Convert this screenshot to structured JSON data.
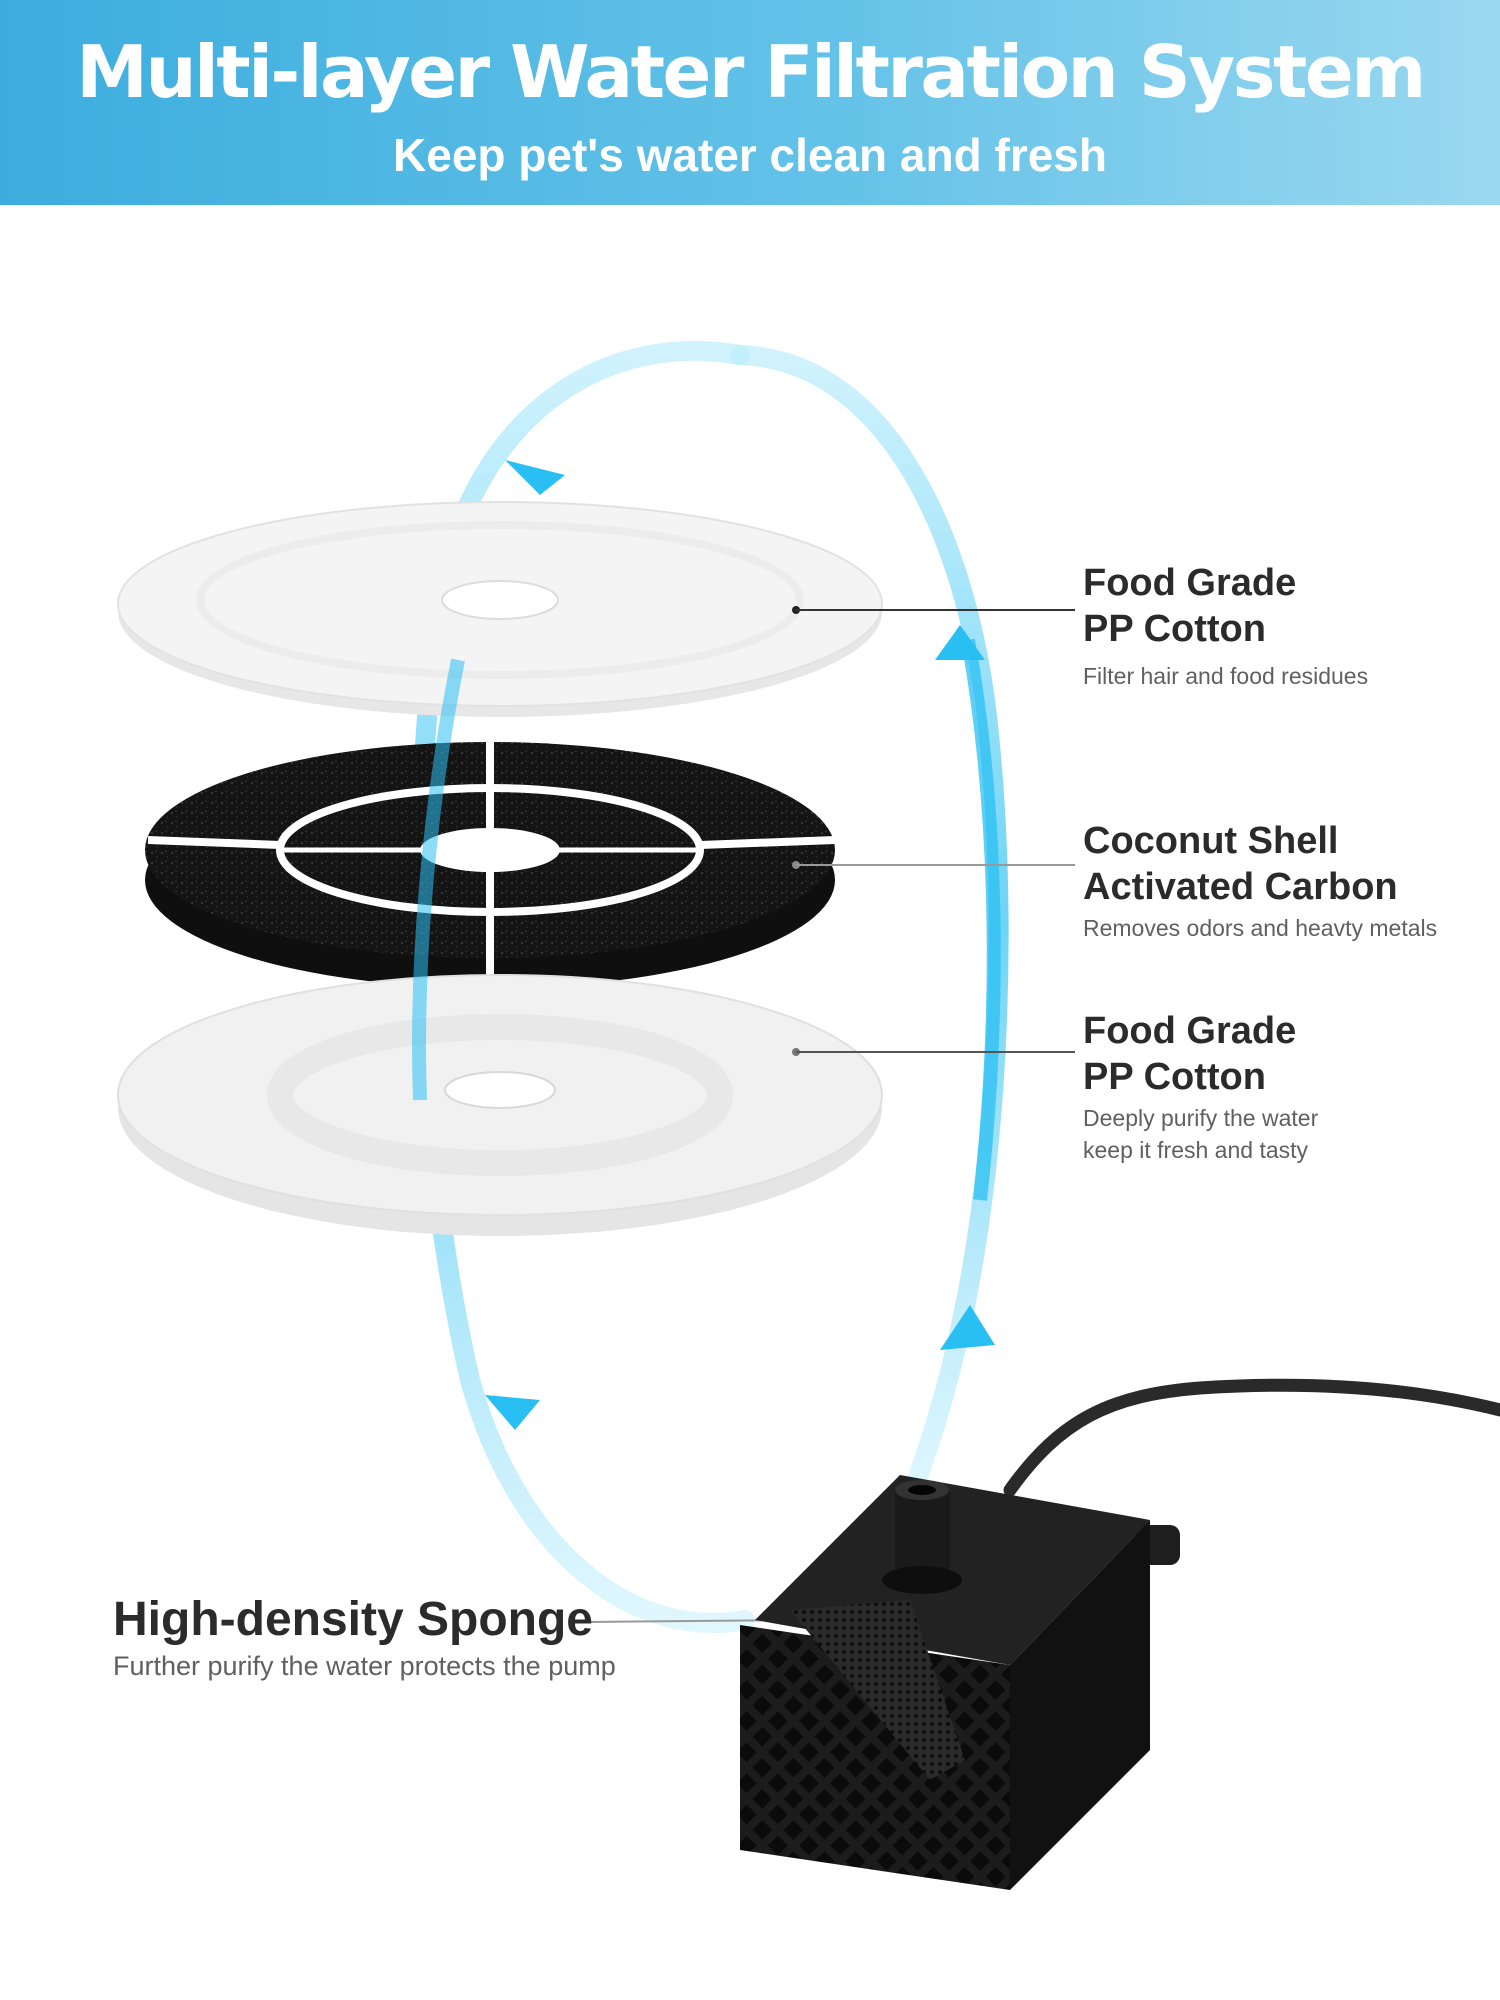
{
  "header": {
    "title": "Multi-layer Water Filtration System",
    "subtitle": "Keep pet's water clean and fresh"
  },
  "layers": [
    {
      "title_line1": "Food Grade",
      "title_line2": "PP Cotton",
      "desc_lines": [
        "Filter hair and food residues"
      ]
    },
    {
      "title_line1": "Coconut Shell",
      "title_line2": "Activated Carbon",
      "desc_lines": [
        "Removes odors and heavty metals"
      ]
    },
    {
      "title_line1": "Food Grade",
      "title_line2": "PP Cotton",
      "desc_lines": [
        "Deeply purify the water",
        "keep it fresh and tasty"
      ]
    }
  ],
  "sponge": {
    "title": "High-density Sponge",
    "desc": "Further purify the water protects the pump"
  },
  "colors": {
    "banner_start": "#3cadde",
    "banner_end": "#9ad8f0",
    "flow_arrow": "#29bff2",
    "filter_white": "#f3f3f3",
    "filter_black": "#161616",
    "text_dark": "#2b2b2b",
    "text_gray": "#606060"
  }
}
